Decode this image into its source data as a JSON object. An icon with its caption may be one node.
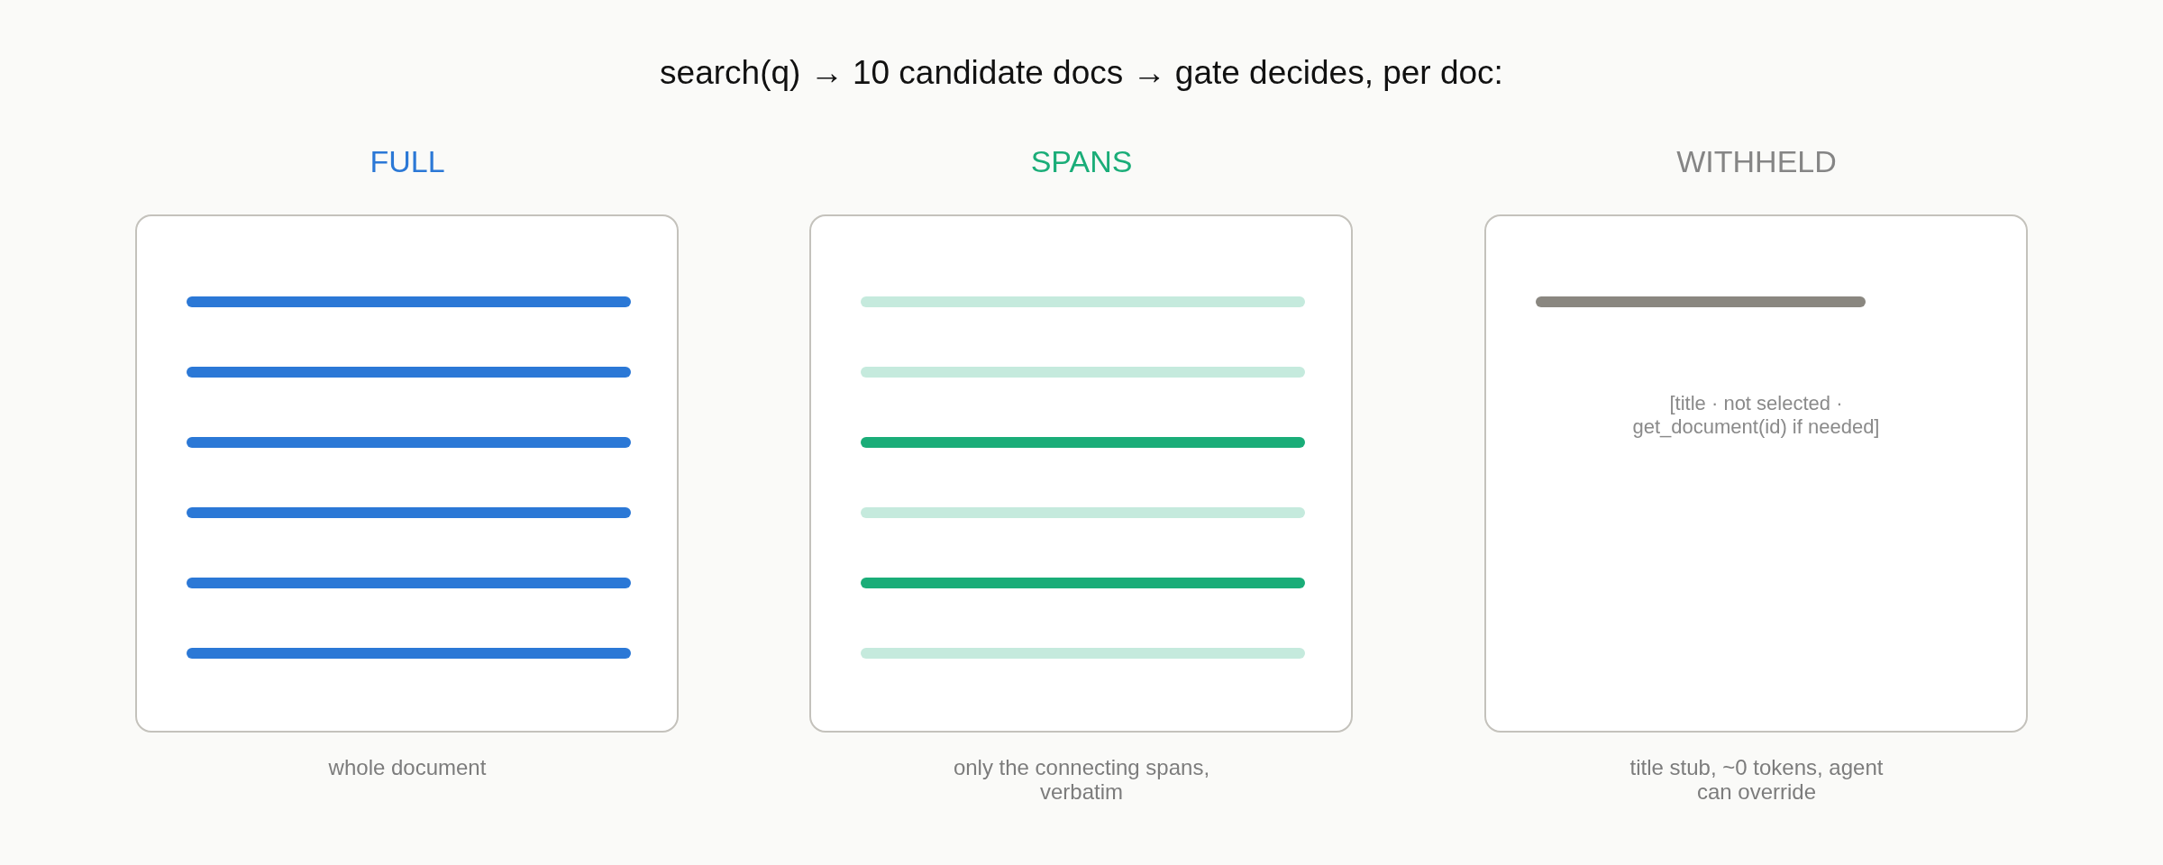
{
  "diagram": {
    "title": "search(q) → 10 candidate docs → gate decides, per doc:",
    "nodes": [
      {
        "text": [
          "FULL"
        ],
        "beside": [
          "whole document"
        ]
      },
      {
        "text": [
          "SPANS"
        ],
        "beside": [
          "only the connecting spans, verbatim"
        ]
      },
      {
        "text": [
          "WITHHELD",
          "[title · not selected · get_document(id) if needed]"
        ],
        "beside": [
          "title stub, ~0 tokens, agent can override"
        ]
      }
    ]
  }
}
